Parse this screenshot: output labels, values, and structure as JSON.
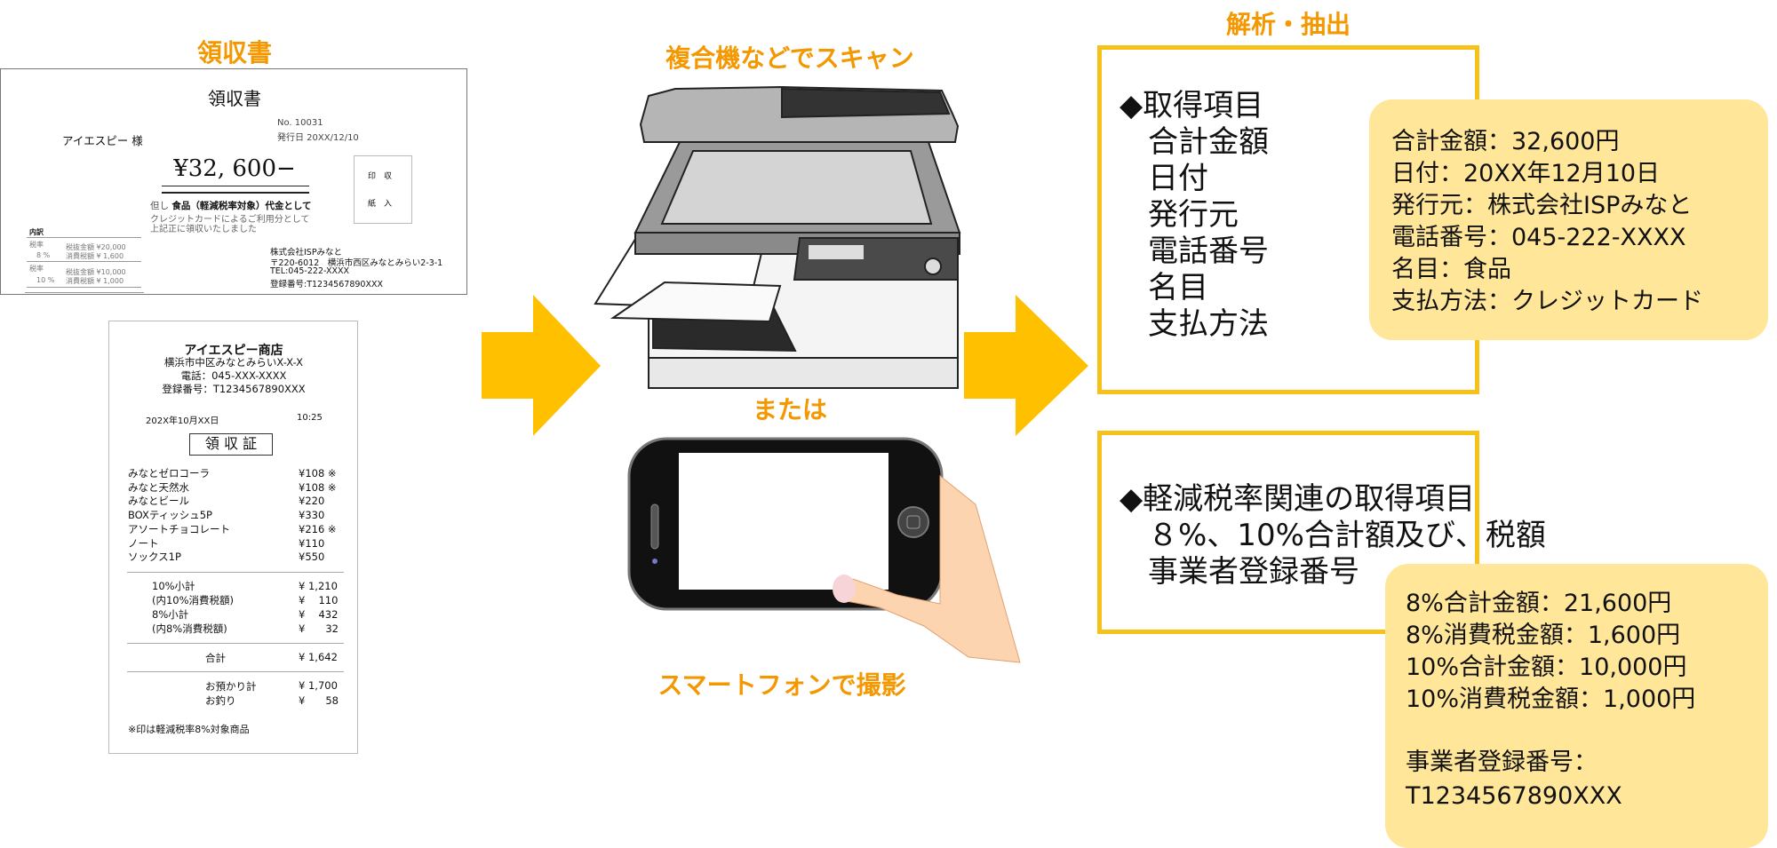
{
  "labels": {
    "receipt_title": "領収書",
    "scan": "複合機などでスキャン",
    "or": "または",
    "smartphone": "スマートフォンで撮影",
    "analysis": "解析・抽出"
  },
  "receipt": {
    "title": "領収書",
    "no": "No. 10031",
    "issue_date": "発行日 20XX/12/10",
    "recipient": "アイエスピー 様",
    "amount": "¥32, 600−",
    "proviso_prefix": "但し",
    "proviso": "食品（軽減税率対象）代金として",
    "note1": "クレジットカードによるご利用分として",
    "note2": "上記正に領収いたしました",
    "stamp1": "印　収",
    "stamp2": "紙　入",
    "breakdown_label": "内訳",
    "breakdown": [
      {
        "rate_label": "税率",
        "rate": "8 %",
        "excl": "税抜金額 ¥20,000",
        "tax": "消費税額 ¥ 1,600"
      },
      {
        "rate_label": "税率",
        "rate": "10 %",
        "excl": "税抜金額 ¥10,000",
        "tax": "消費税額 ¥ 1,000"
      }
    ],
    "company": "株式会社ISPみなと",
    "address": "〒220-6012　横浜市西区みなとみらい2-3-1",
    "tel": "TEL:045-222-XXXX",
    "reg": "登録番号:T1234567890XXX"
  },
  "thermal": {
    "shop": "アイエスピー商店",
    "address": "横浜市中区みなとみらいX-X-X",
    "tel": "電話：045-XXX-XXXX",
    "reg": "登録番号：T1234567890XXX",
    "date": "202X年10月XX日",
    "time": "10:25",
    "title": "領 収 証",
    "items": [
      {
        "name": "みなとゼロコーラ",
        "price": "¥108 ※"
      },
      {
        "name": "みなと天然水",
        "price": "¥108 ※"
      },
      {
        "name": "みなとビール",
        "price": "¥220"
      },
      {
        "name": "BOXティッシュ5P",
        "price": "¥330"
      },
      {
        "name": "アソートチョコレート",
        "price": "¥216 ※"
      },
      {
        "name": "ノート",
        "price": "¥110"
      },
      {
        "name": "ソックス1P",
        "price": "¥550"
      }
    ],
    "subtotals": [
      {
        "label": "10%小計",
        "value": "¥ 1,210"
      },
      {
        "label": "(内10%消費税額)",
        "value": "¥　 110"
      },
      {
        "label": "8%小計",
        "value": "¥　 432"
      },
      {
        "label": "(内8%消費税額)",
        "value": "¥　　32"
      }
    ],
    "total_label": "合計",
    "total": "¥ 1,642",
    "paid_label": "お預かり計",
    "paid": "¥ 1,700",
    "change_label": "お釣り",
    "change": "¥　　58",
    "footnote": "※印は軽減税率8%対象商品"
  },
  "box1": {
    "heading": "◆取得項目",
    "items": [
      "合計金額",
      "日付",
      "発行元",
      "電話番号",
      "名目",
      "支払方法"
    ]
  },
  "result1": {
    "lines": [
      "合計金額：32,600円",
      "日付：20XX年12月10日",
      "発行元：株式会社ISPみなと",
      "電話番号：045-222-XXXX",
      "名目：食品",
      "支払方法：クレジットカード"
    ]
  },
  "box2": {
    "heading": "◆軽減税率関連の取得項目",
    "lines": [
      "８%、10%合計額及び、税額",
      "事業者登録番号"
    ]
  },
  "result2": {
    "lines": [
      "8%合計金額：21,600円",
      "8%消費税金額：1,600円",
      "10%合計金額：10,000円",
      "10%消費税金額：1,000円"
    ],
    "reg_label": "事業者登録番号：",
    "reg_value": "T1234567890XXX"
  },
  "colors": {
    "orange_text": "#F39800",
    "arrow": "#FFC000",
    "frame": "#F6C21A",
    "result_fill": "#FFE699"
  }
}
